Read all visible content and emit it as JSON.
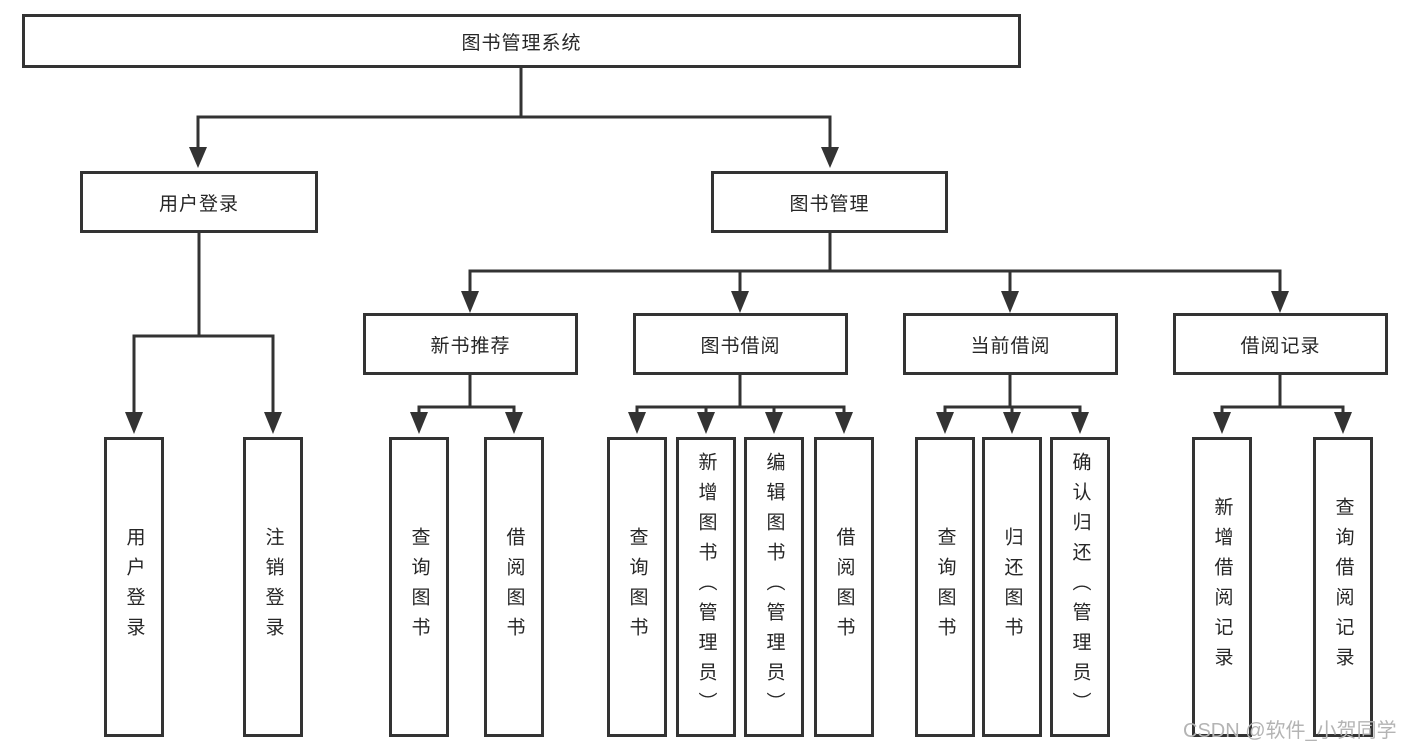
{
  "diagram": {
    "type": "tree",
    "direction": "top-down",
    "hierarchy": {
      "label": "图书管理系统",
      "children": [
        {
          "label": "用户登录",
          "children": [
            {
              "label": "用户登录"
            },
            {
              "label": "注销登录"
            }
          ]
        },
        {
          "label": "图书管理",
          "children": [
            {
              "label": "新书推荐",
              "children": [
                {
                  "label": "查询图书"
                },
                {
                  "label": "借阅图书"
                }
              ]
            },
            {
              "label": "图书借阅",
              "children": [
                {
                  "label": "查询图书"
                },
                {
                  "label": "新增图书（管理员）"
                },
                {
                  "label": "编辑图书（管理员）"
                },
                {
                  "label": "借阅图书"
                }
              ]
            },
            {
              "label": "当前借阅",
              "children": [
                {
                  "label": "查询图书"
                },
                {
                  "label": "归还图书"
                },
                {
                  "label": "确认归还（管理员）"
                }
              ]
            },
            {
              "label": "借阅记录",
              "children": [
                {
                  "label": "新增借阅记录"
                },
                {
                  "label": "查询借阅记录"
                }
              ]
            }
          ]
        }
      ]
    },
    "colors": {
      "line": "#333333",
      "box_border": "#333333",
      "box_fill": "#ffffff",
      "text": "#262626",
      "background": "#ffffff",
      "watermark": "#b4b4b4"
    }
  },
  "watermark": {
    "text": "CSDN @软件_小贺同学"
  }
}
